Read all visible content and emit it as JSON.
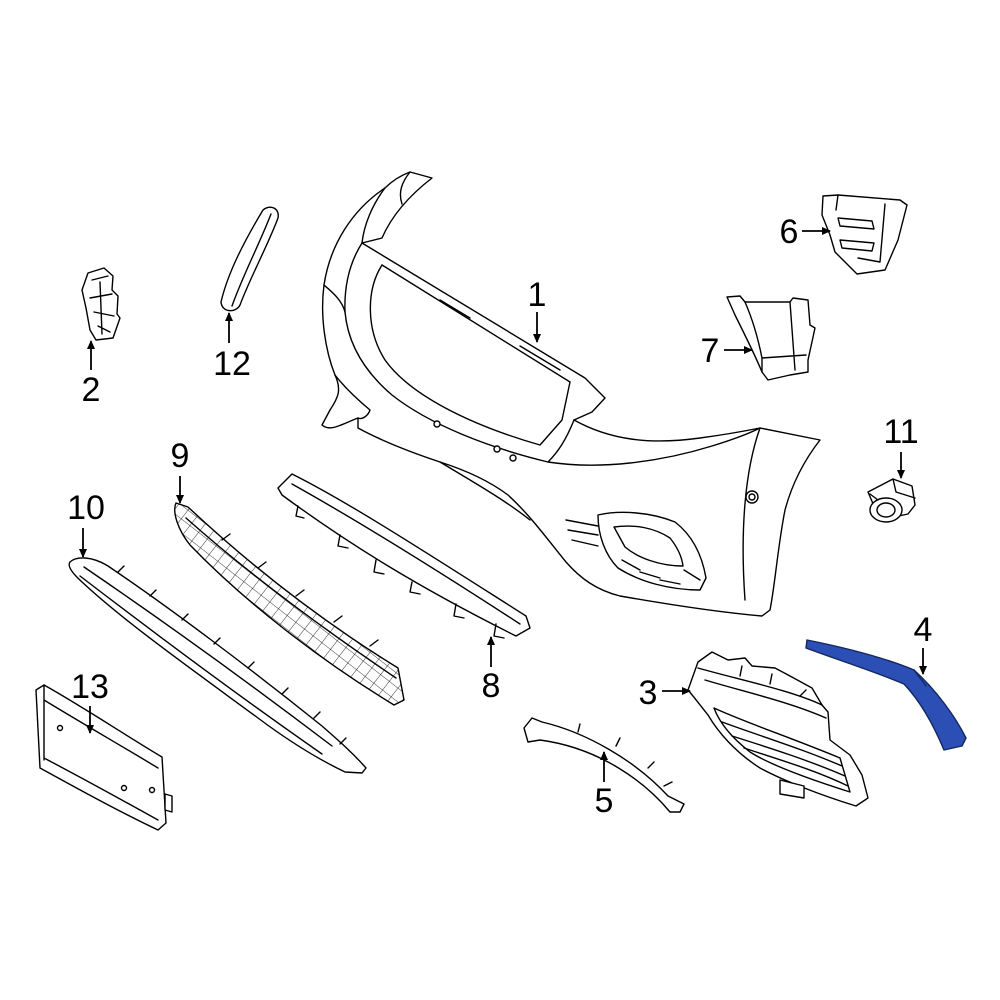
{
  "diagram": {
    "callouts": [
      "1",
      "2",
      "3",
      "4",
      "5",
      "6",
      "7",
      "8",
      "9",
      "10",
      "11",
      "12",
      "13"
    ],
    "colors": {
      "line": "#000000",
      "background": "#FFFFFF",
      "highlight": "#2B4FB5"
    }
  }
}
